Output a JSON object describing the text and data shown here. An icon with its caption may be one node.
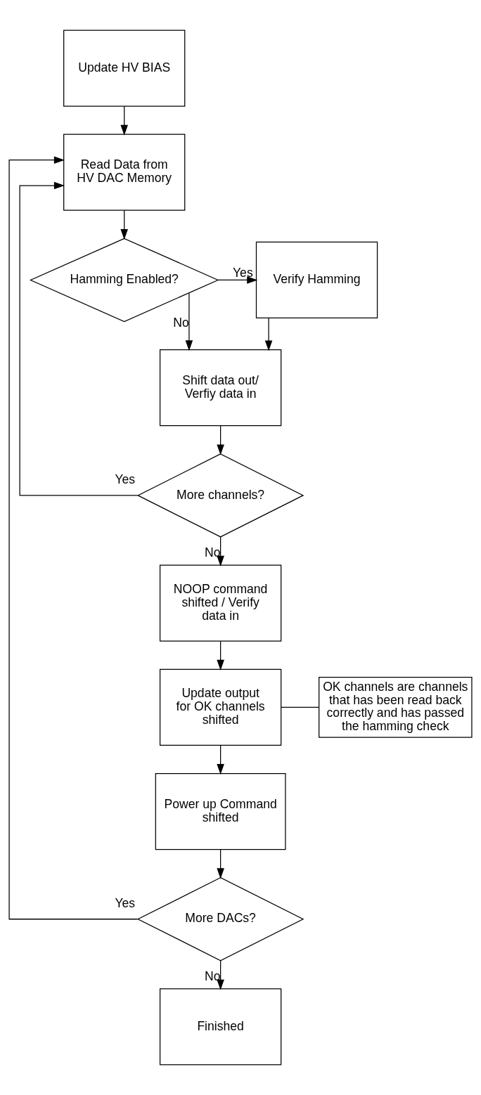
{
  "diagram": {
    "nodes": [
      {
        "text": [
          "Update HV BIAS"
        ]
      },
      {
        "text": [
          "Read Data from HV DAC Memory"
        ]
      },
      {
        "text": [
          "Hamming Enabled?"
        ]
      },
      {
        "text": [
          "Verify Hamming"
        ]
      },
      {
        "text": [
          "Shift data out/ Verfiy data in"
        ]
      },
      {
        "text": [
          "More channels?"
        ]
      },
      {
        "text": [
          "NOOP command shifted / Verify data in"
        ]
      },
      {
        "text": [
          "Update output for OK channels shifted"
        ]
      },
      {
        "text": [
          "OK channels are channels that has been read back correctly and has passed the hamming check"
        ]
      },
      {
        "text": [
          "Power up Command shifted"
        ]
      },
      {
        "text": [
          "More DACs?"
        ]
      },
      {
        "text": [
          "Finished"
        ]
      }
    ],
    "edges": [
      {
        "from": 0,
        "to": 1,
        "arrow": "to"
      },
      {
        "from": 1,
        "to": 2,
        "arrow": "to"
      },
      {
        "from": 2,
        "to": 3,
        "arrow": "to",
        "label": "Yes"
      },
      {
        "from": 2,
        "to": 4,
        "arrow": "to",
        "label": "No"
      },
      {
        "from": 3,
        "to": 4,
        "arrow": "to"
      },
      {
        "from": 4,
        "to": 5,
        "arrow": "to"
      },
      {
        "from": 5,
        "to": 1,
        "arrow": "to",
        "label": "Yes"
      },
      {
        "from": 5,
        "to": 6,
        "arrow": "to",
        "label": "No"
      },
      {
        "from": 6,
        "to": 7,
        "arrow": "to"
      },
      {
        "from": 7,
        "to": 8,
        "arrow": "none"
      },
      {
        "from": 7,
        "to": 9,
        "arrow": "to"
      },
      {
        "from": 9,
        "to": 10,
        "arrow": "to"
      },
      {
        "from": 10,
        "to": 1,
        "arrow": "to",
        "label": "Yes"
      },
      {
        "from": 10,
        "to": 11,
        "arrow": "to",
        "label": "No"
      }
    ]
  }
}
